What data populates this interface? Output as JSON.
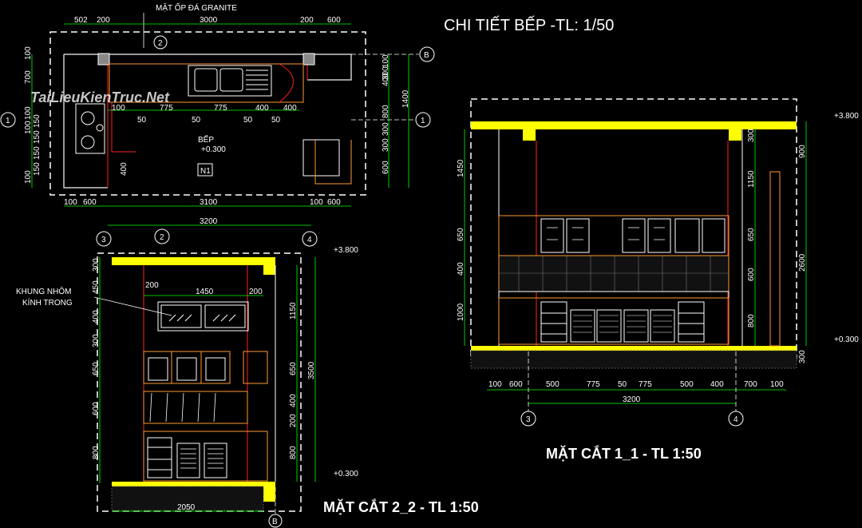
{
  "title": "CHI TIẾT BẾP -TL: 1/50",
  "plan": {
    "note_top": "MẶT ỐP ĐÁ GRANITE",
    "room_label": "BẾP",
    "level": "+0.300",
    "tag": "N1",
    "top_dims": [
      "502",
      "200",
      "3000",
      "200",
      "600"
    ],
    "bottom_dims": [
      "100",
      "600",
      "3100",
      "100",
      "600"
    ],
    "total_width": "3200",
    "inner_dims": [
      "100",
      "775",
      "775",
      "400",
      "400",
      "50",
      "50",
      "50",
      "50"
    ],
    "right_dims": [
      "100",
      "400",
      "300",
      "300",
      "800",
      "300",
      "1400",
      "600"
    ],
    "left_dims": [
      "100",
      "700",
      "100",
      "100",
      "150",
      "150",
      "150",
      "100",
      "150"
    ],
    "small_dims": [
      "400"
    ],
    "axes": {
      "b": "B",
      "one": "1",
      "two": "2",
      "three": "3",
      "four": "4"
    }
  },
  "section_11": {
    "title": "MẶT CẮT 1_1 - TL 1:50",
    "left_dims": [
      "1450",
      "650",
      "400",
      "1000"
    ],
    "mid_dims": [
      "1150",
      "650",
      "600",
      "800",
      "300",
      "300"
    ],
    "right_dims": [
      "900",
      "2600",
      "300"
    ],
    "bottom_dims": [
      "100",
      "600",
      "500",
      "775",
      "50",
      "775",
      "500",
      "400",
      "700",
      "100"
    ],
    "total": "3200",
    "level_top": "+3.800",
    "level_bottom": "+0.300",
    "axis_left": "3",
    "axis_right": "4"
  },
  "section_22": {
    "title": "MẶT CẮT 2_2 - TL 1:50",
    "note_line1": "KHUNG NHÔM",
    "note_line2": "KÍNH TRONG",
    "window_dims": [
      "200",
      "1450",
      "200"
    ],
    "left_dims": [
      "300",
      "450",
      "400",
      "300",
      "650",
      "600",
      "800"
    ],
    "right_dims": [
      "1150",
      "650",
      "400",
      "200",
      "800"
    ],
    "total_height": "3500",
    "bottom": "2050",
    "level_top": "+3.800",
    "level_bottom": "+0.300",
    "axis_left": "3",
    "axis_mid": "2",
    "axis_right": "4",
    "axis_bottom": "B"
  },
  "watermark": "TaiLieuKienTruc.Net",
  "colors": {
    "bg": "#000000",
    "wall": "#ffff00",
    "cyan": "#00ffff",
    "green": "#00ff00",
    "red": "#ff2020",
    "orange": "#ff9933"
  }
}
